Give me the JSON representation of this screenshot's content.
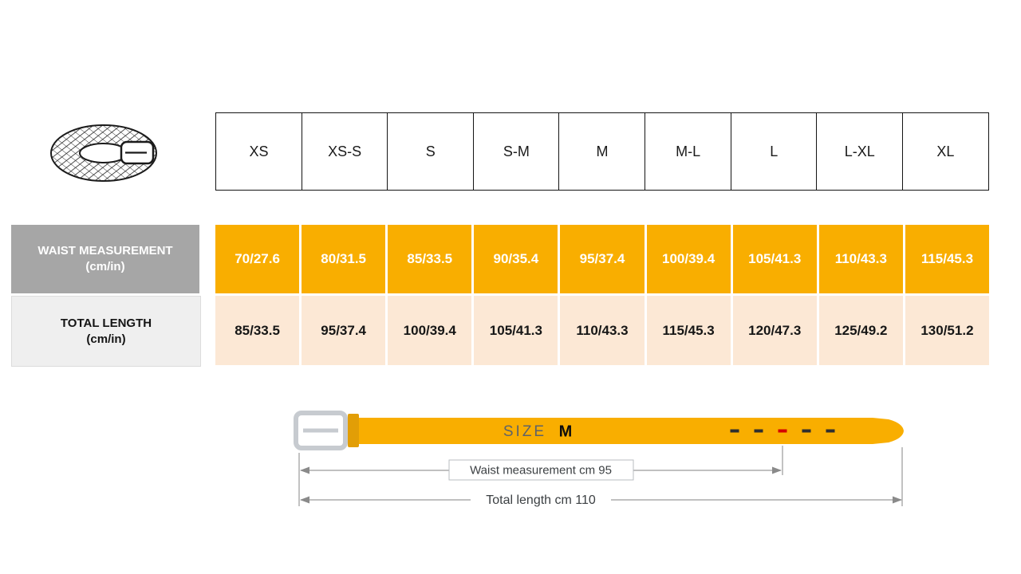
{
  "colors": {
    "amber": "#F9AE00",
    "amber_dark": "#E29E06",
    "peach": "#FCE8D5",
    "gray_label_bg": "#A6A6A6",
    "light_gray_label_bg": "#EFEFEF",
    "header_border": "#141414",
    "hole_dark": "#2F2F2F",
    "hole_red": "#D40000",
    "buckle_gray": "#C7CBD0",
    "dimension_line": "#9A9A9A"
  },
  "size_table": {
    "sizes": [
      "XS",
      "XS-S",
      "S",
      "S-M",
      "M",
      "M-L",
      "L",
      "L-XL",
      "XL"
    ],
    "rows": [
      {
        "label_line1": "WAIST MEASUREMENT",
        "label_line2": "(cm/in)",
        "values": [
          "70/27.6",
          "80/31.5",
          "85/33.5",
          "90/35.4",
          "95/37.4",
          "100/39.4",
          "105/41.3",
          "110/43.3",
          "115/45.3"
        ]
      },
      {
        "label_line1": "TOTAL LENGTH",
        "label_line2": "(cm/in)",
        "values": [
          "85/33.5",
          "95/37.4",
          "100/39.4",
          "105/41.3",
          "110/43.3",
          "115/45.3",
          "120/47.3",
          "125/49.2",
          "130/51.2"
        ]
      }
    ]
  },
  "belt_diagram": {
    "size_label": "SIZE",
    "size_value": "M",
    "waist_annotation": "Waist measurement cm 95",
    "length_annotation": "Total length cm 110"
  },
  "chart_data": {
    "type": "table",
    "columns": [
      "XS",
      "XS-S",
      "S",
      "S-M",
      "M",
      "M-L",
      "L",
      "L-XL",
      "XL"
    ],
    "rows": [
      {
        "label": "WAIST MEASUREMENT (cm/in)",
        "values": [
          "70/27.6",
          "80/31.5",
          "85/33.5",
          "90/35.4",
          "95/37.4",
          "100/39.4",
          "105/41.3",
          "110/43.3",
          "115/45.3"
        ]
      },
      {
        "label": "TOTAL LENGTH (cm/in)",
        "values": [
          "85/33.5",
          "95/37.4",
          "100/39.4",
          "105/41.3",
          "110/43.3",
          "115/45.3",
          "120/47.3",
          "125/49.2",
          "130/51.2"
        ]
      }
    ],
    "annotations": [
      "SIZE M",
      "Waist measurement cm 95",
      "Total length cm 110"
    ]
  }
}
